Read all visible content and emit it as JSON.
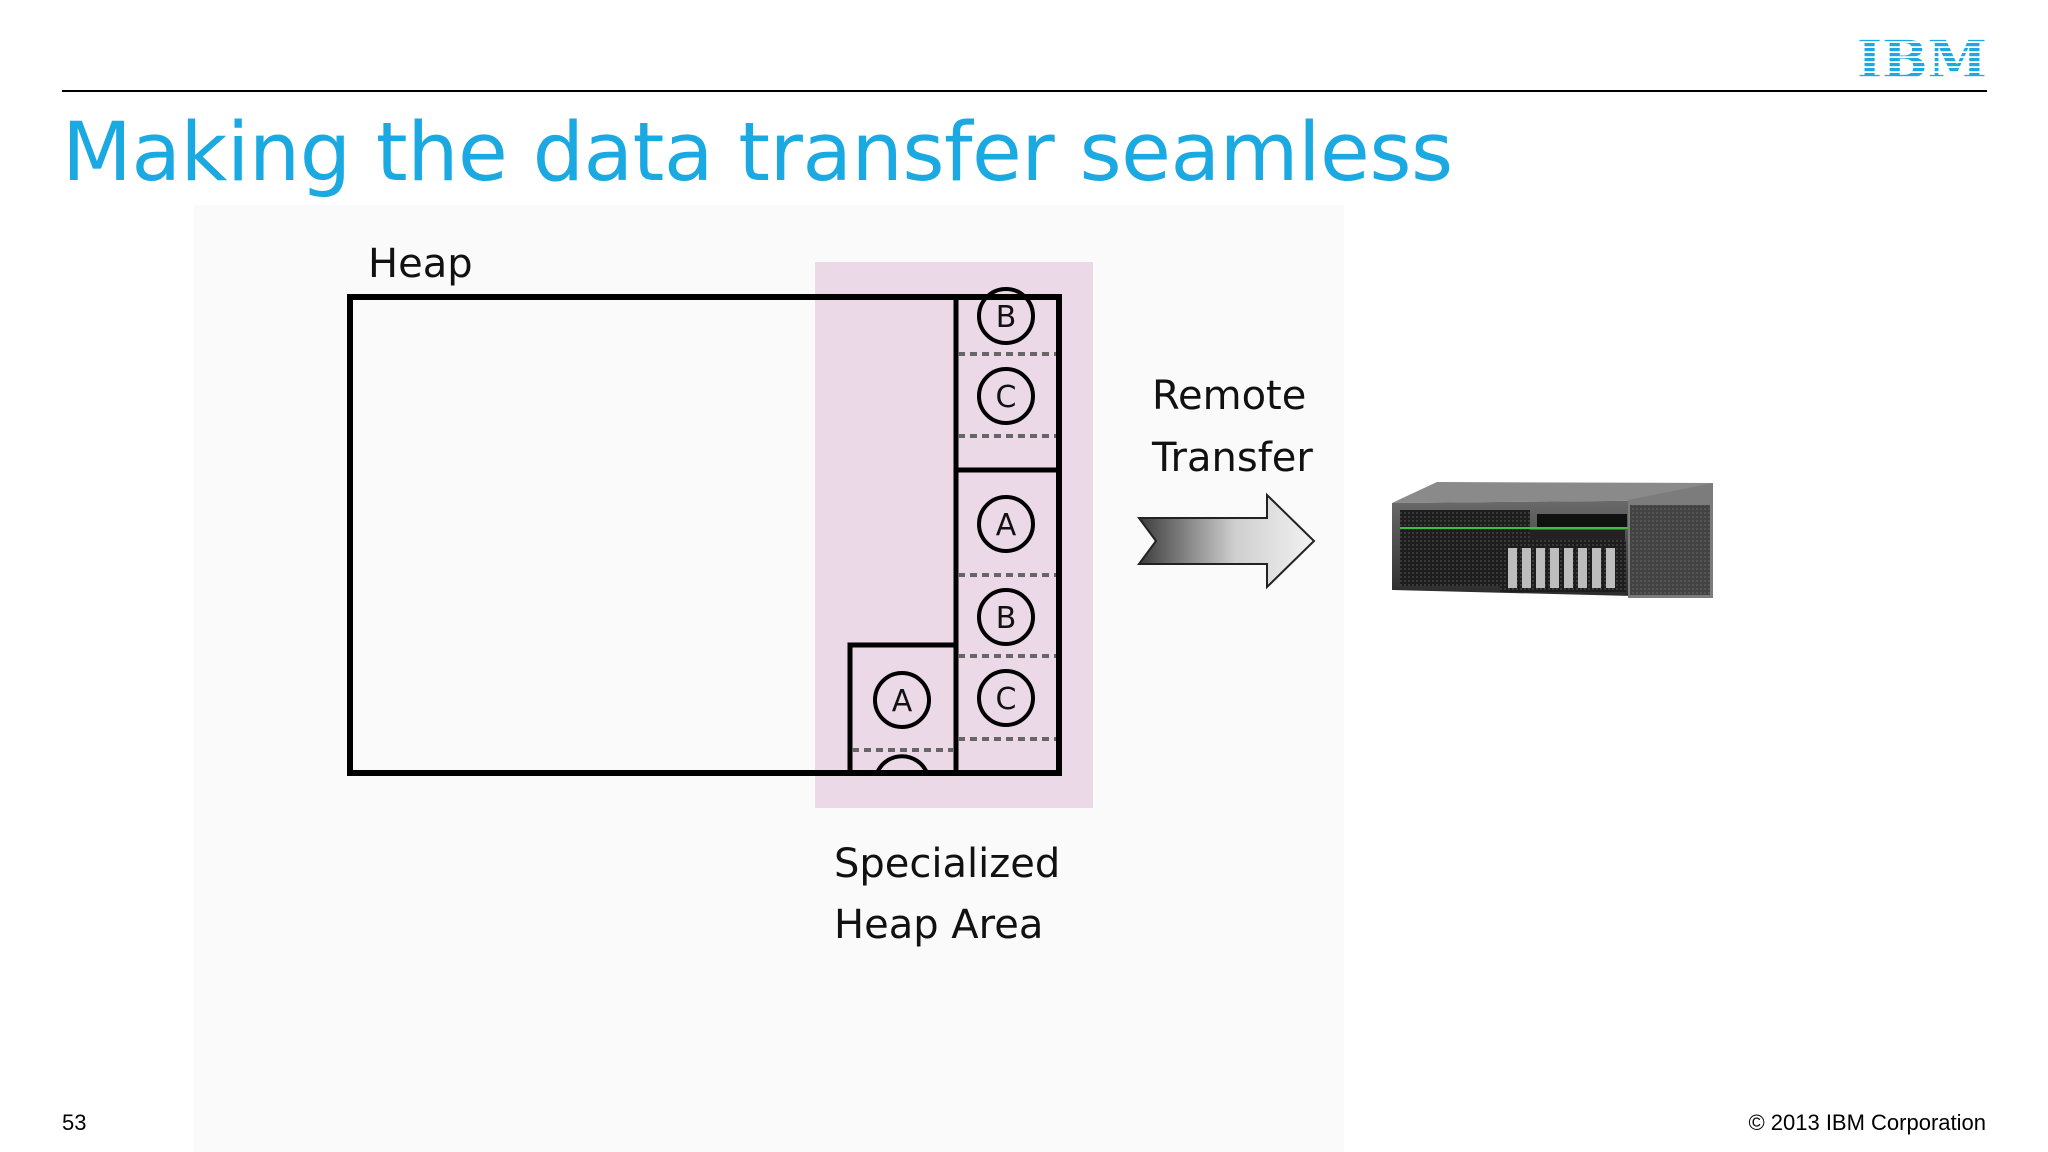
{
  "header": {
    "logo_text": "IBM",
    "title": "Making the data transfer seamless"
  },
  "diagram": {
    "heap_label": "Heap",
    "remote_label_line1": "Remote",
    "remote_label_line2": "Transfer",
    "specialized_label_line1": "Specialized",
    "specialized_label_line2": "Heap Area",
    "objects": [
      "B",
      "C",
      "A",
      "B",
      "C",
      "A"
    ],
    "colors": {
      "specialized_area": "#ecd9e8",
      "arrow_dark": "#4a4a4a",
      "arrow_light": "#e6e6e6"
    }
  },
  "footer": {
    "page_number": "53",
    "copyright": "© 2013 IBM Corporation"
  },
  "colors": {
    "title": "#1ba9e1",
    "logo": "#1ba9e1"
  }
}
